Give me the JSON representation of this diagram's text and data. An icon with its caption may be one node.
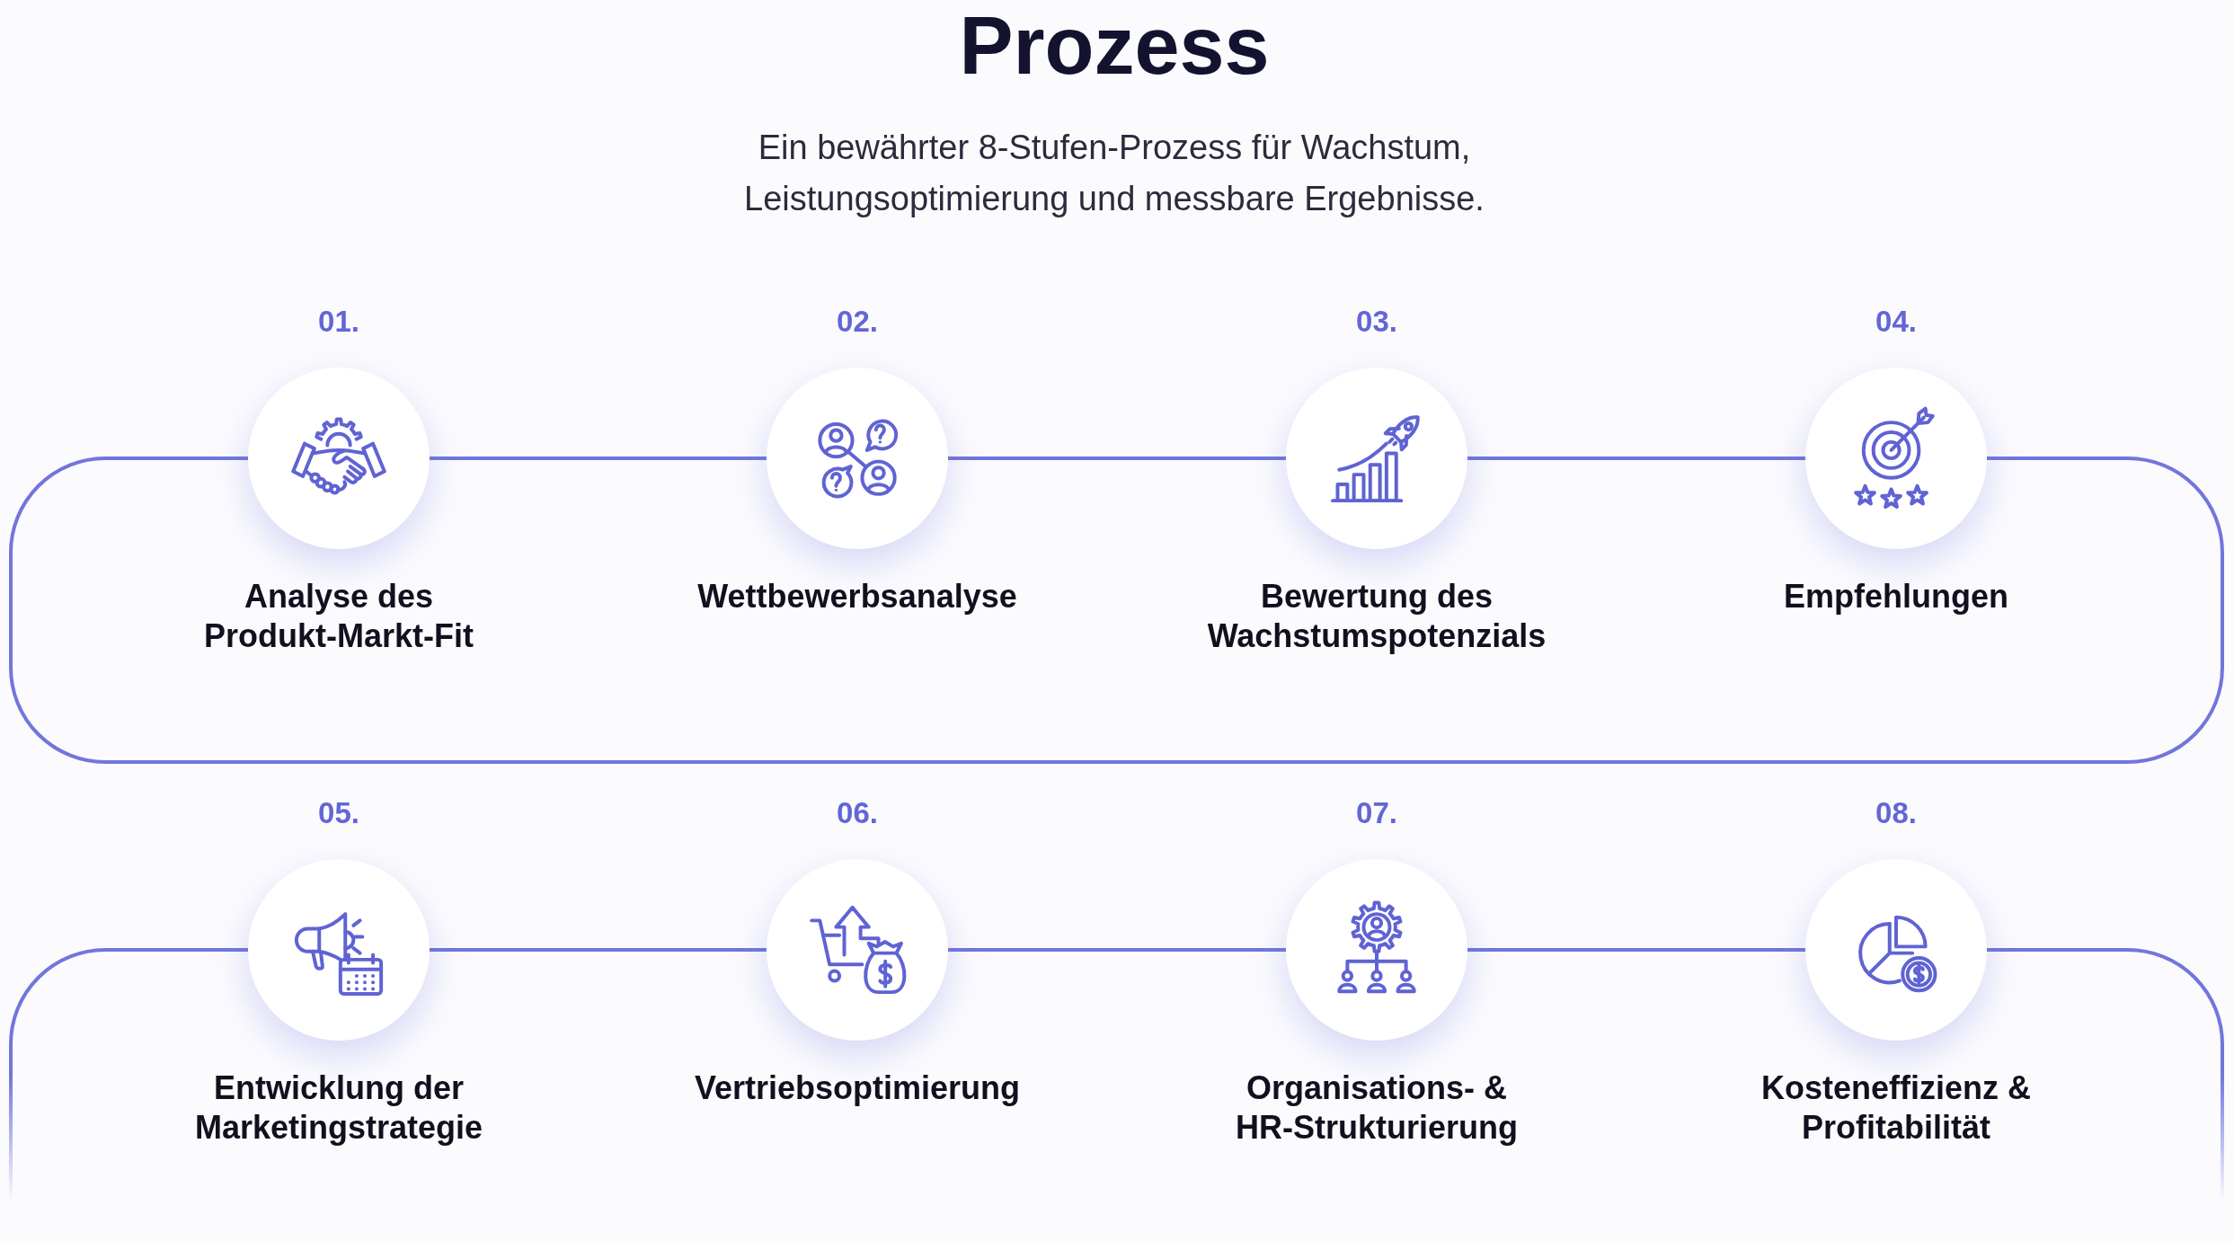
{
  "diagram": {
    "title": "Prozess",
    "nodes": [
      {
        "text": [],
        "shape": "circle",
        "beside": [
          "01.",
          "Analyse des Produkt-Markt-Fit"
        ]
      },
      {
        "text": [],
        "shape": "circle",
        "beside": [
          "02.",
          "Wettbewerbsanalyse"
        ]
      },
      {
        "text": [],
        "shape": "circle",
        "beside": [
          "03.",
          "Bewertung des Wachstumspotenzials"
        ]
      },
      {
        "text": [],
        "shape": "circle",
        "beside": [
          "04.",
          "Empfehlungen"
        ]
      },
      {
        "text": [],
        "shape": "circle",
        "beside": [
          "05.",
          "Entwicklung der Marketingstrategie"
        ]
      },
      {
        "text": [],
        "shape": "circle",
        "beside": [
          "06.",
          "Vertriebsoptimierung"
        ]
      },
      {
        "text": [],
        "shape": "circle",
        "beside": [
          "07.",
          "Organisations- & HR-Strukturierung"
        ]
      },
      {
        "text": [],
        "shape": "circle",
        "beside": [
          "08.",
          "Kosteneffizienz & Profitabilität"
        ]
      }
    ],
    "edges": [
      {
        "from": 0,
        "to": 1,
        "arrow": "none"
      },
      {
        "from": 1,
        "to": 2,
        "arrow": "none"
      },
      {
        "from": 2,
        "to": 3,
        "arrow": "none"
      },
      {
        "from": 3,
        "to": 0,
        "arrow": "none"
      },
      {
        "from": null,
        "to": 4,
        "arrow": "none"
      },
      {
        "from": 4,
        "to": 5,
        "arrow": "none"
      },
      {
        "from": 5,
        "to": 6,
        "arrow": "none"
      },
      {
        "from": 6,
        "to": 7,
        "arrow": "none"
      },
      {
        "from": 7,
        "to": null,
        "arrow": "none"
      }
    ],
    "labels": [
      "Ein bewährter 8-Stufen-Prozess für Wachstum, Leistungsoptimierung und messbare Ergebnisse."
    ]
  }
}
